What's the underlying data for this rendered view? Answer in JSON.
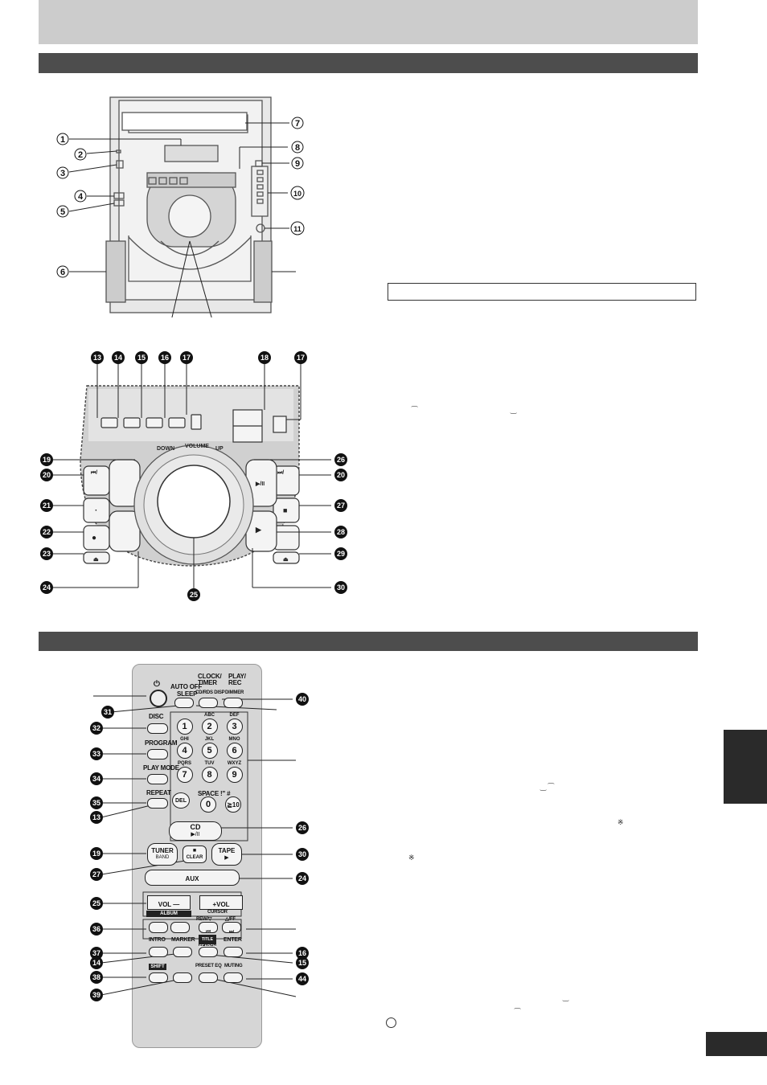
{
  "callouts_unit": [
    "1",
    "2",
    "3",
    "4",
    "5",
    "6",
    "7",
    "8",
    "9",
    "10",
    "11"
  ],
  "callouts_panel": {
    "top": [
      "13",
      "14",
      "15",
      "16",
      "17",
      "18",
      "17"
    ],
    "left": [
      "19",
      "20",
      "21",
      "22",
      "23",
      "24"
    ],
    "right": [
      "26",
      "20",
      "27",
      "28",
      "29",
      "30"
    ],
    "bottom": "25"
  },
  "panel_labels": {
    "volume": "VOLUME",
    "down": "DOWN",
    "up": "UP",
    "skip_back": "⏮/",
    "skip_fwd": "⏭/",
    "play_pause": "▶/II",
    "stop": "■",
    "play": "▶",
    "record": "●",
    "eject": "⏏",
    "dot": "·"
  },
  "remote": {
    "power_symbol": "⏻",
    "auto_off": "AUTO OFF",
    "sleep": "SLEEP",
    "clock_timer": "CLOCK/ TIMER",
    "cd_rds_disp": "CD/RDS DISP",
    "play_rec": "PLAY/ REC",
    "dimmer": "DIMMER",
    "disc": "DISC",
    "program": "PROGRAM",
    "play_mode": "PLAY MODE",
    "repeat": "REPEAT",
    "del": "DEL",
    "keypad": [
      {
        "num": "1",
        "letters": ""
      },
      {
        "num": "2",
        "letters": "ABC"
      },
      {
        "num": "3",
        "letters": "DEF"
      },
      {
        "num": "4",
        "letters": "GHI"
      },
      {
        "num": "5",
        "letters": "JKL"
      },
      {
        "num": "6",
        "letters": "MNO"
      },
      {
        "num": "7",
        "letters": "PQRS"
      },
      {
        "num": "8",
        "letters": "TUV"
      },
      {
        "num": "9",
        "letters": "WXYZ"
      }
    ],
    "zero": "0",
    "ten": "≧10",
    "space": "SPACE !\" #",
    "cd": "CD",
    "cd_sub": "▶/II",
    "tuner": "TUNER",
    "band": "BAND",
    "clear": "CLEAR",
    "clear_sym": "■",
    "tape": "TAPE",
    "tape_sub": "▶",
    "aux": "AUX",
    "vol_minus": "VOL —",
    "vol_plus": "+VOL",
    "album": "ALBUM",
    "cursor": "CURSOR",
    "rew": "REW/▽",
    "ff": "△/FF",
    "intro": "INTRO",
    "marker": "MARKER",
    "title_search": "TITLE SEARCH",
    "enter": "ENTER",
    "shift": "SHIFT",
    "preset_eq": "PRESET EQ",
    "muting": "MUTING",
    "callouts_left": [
      "31",
      "32",
      "33",
      "34",
      "35",
      "13",
      "19",
      "27",
      "25",
      "36",
      "37",
      "14",
      "38",
      "39"
    ],
    "callouts_right": [
      "40",
      "26",
      "30",
      "24",
      "16",
      "15",
      "44"
    ]
  },
  "note_mark": "※"
}
